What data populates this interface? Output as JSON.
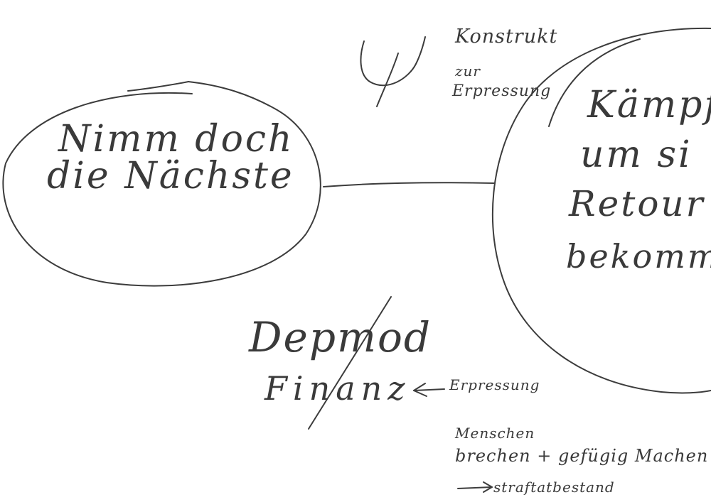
{
  "nodes": {
    "left": {
      "line1": "Nimm doch",
      "line2": "die Nächste"
    },
    "right": {
      "line1": "Kämpfe",
      "line2": "um si",
      "line3": "Retour",
      "line4": "bekomm"
    }
  },
  "annotations": {
    "konstrukt": {
      "line1": "Konstrukt",
      "line2": "zur",
      "line3": "Erpressung"
    },
    "depmod": "Depmod",
    "finanz": "Finanz",
    "erpressung": "Erpressung",
    "note": {
      "line1": "Menschen",
      "line2": "brechen + gefügig Machen",
      "line3": "straftatbestand"
    }
  }
}
